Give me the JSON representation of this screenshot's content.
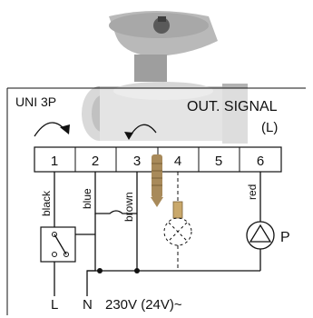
{
  "device_label": "UNI 3P",
  "output_signal_label": "OUT. SIGNAL",
  "output_signal_sub": "(L)",
  "terminals": [
    "1",
    "2",
    "3",
    "4",
    "5",
    "6"
  ],
  "wire_colors": {
    "black": "black",
    "blue": "blue",
    "brown": "brown",
    "red": "red"
  },
  "pump_label": "P",
  "supply": {
    "line": "L",
    "neutral": "N",
    "voltage": "230V (24V)~"
  }
}
